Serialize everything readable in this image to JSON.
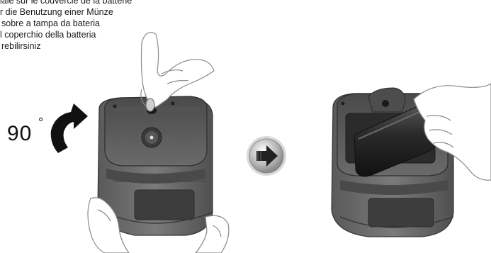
{
  "instructions": {
    "lines": [
      "iale sur le couvercle de la batterie",
      "r die Benutzung einer Münze",
      "sobre a tampa da bateria",
      "l coperchio della batteria",
      "rebilirsiniz"
    ]
  },
  "rotation": {
    "angle_value": "90",
    "degree_symbol": "°"
  },
  "icons": {
    "rotate": "rotate-clockwise-icon",
    "next": "arrow-right-icon"
  },
  "colors": {
    "printer_body": "#6e6e6e",
    "printer_dark": "#3c3c3c",
    "battery": "#2a2a2a",
    "arrow_button": "#9a9a9a",
    "hand_outline": "#8a8a8a"
  }
}
